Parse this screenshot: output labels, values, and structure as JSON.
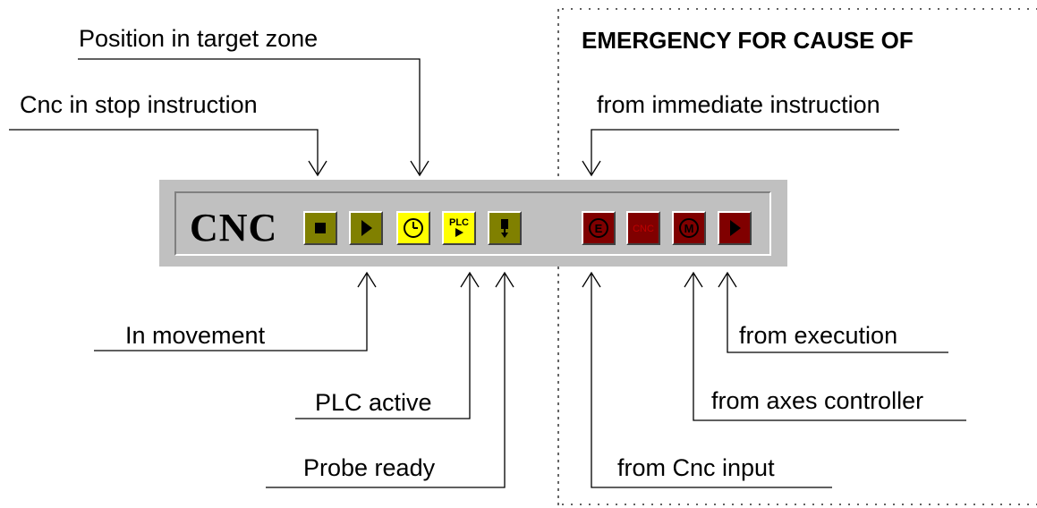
{
  "header": {
    "emergency_title": "EMERGENCY FOR CAUSE OF"
  },
  "labels": {
    "position_in_target_zone": "Position in target zone",
    "cnc_in_stop_instruction": "Cnc in stop instruction",
    "in_movement": "In movement",
    "plc_active": "PLC active",
    "probe_ready": "Probe ready",
    "from_immediate_instruction": "from immediate instruction",
    "from_execution": "from execution",
    "from_axes_controller": "from axes controller",
    "from_cnc_input": "from Cnc input"
  },
  "panel": {
    "title": "CNC",
    "status_buttons": [
      {
        "icon": "stop-icon"
      },
      {
        "icon": "play-icon"
      },
      {
        "icon": "target-clock-icon"
      },
      {
        "icon": "plc-icon",
        "text": "PLC"
      },
      {
        "icon": "probe-icon"
      }
    ],
    "emergency_buttons": [
      {
        "icon": "emergency-e-icon",
        "text": "E"
      },
      {
        "icon": "emergency-cnc-icon",
        "text": "CNC"
      },
      {
        "icon": "emergency-m-icon",
        "text": "M"
      },
      {
        "icon": "emergency-play-icon"
      }
    ]
  },
  "colors": {
    "status_olive": "#808000",
    "status_yellow": "#ffff00",
    "emergency_red": "#800000",
    "panel_gray": "#c0c0c0"
  }
}
